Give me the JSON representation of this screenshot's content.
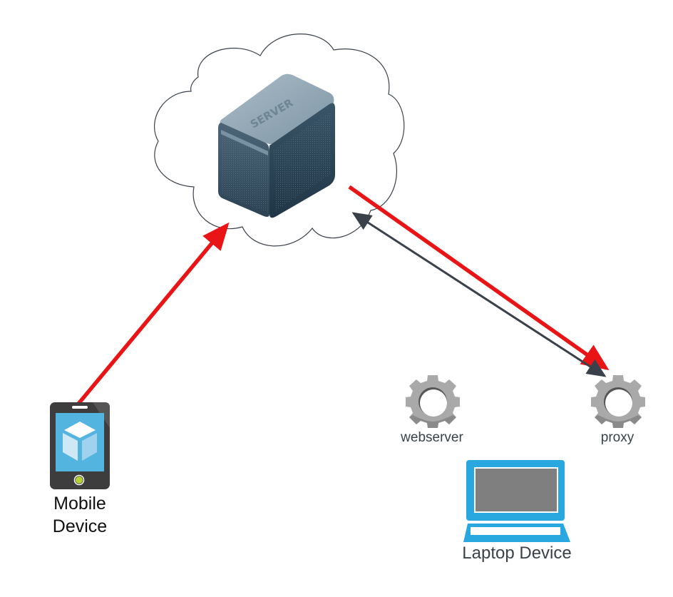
{
  "diagram": {
    "nodes": {
      "cloud": {
        "label": "",
        "icon": "cloud-icon"
      },
      "server": {
        "label": "SERVER",
        "icon": "server-icon"
      },
      "mobile": {
        "label_line1": "Mobile",
        "label_line2": "Device",
        "icon": "mobile-phone-icon"
      },
      "webserver": {
        "label": "webserver",
        "icon": "gear-icon"
      },
      "proxy": {
        "label": "proxy",
        "icon": "gear-icon"
      },
      "laptop": {
        "label": "Laptop Device",
        "icon": "laptop-icon"
      }
    },
    "edges": [
      {
        "from": "mobile",
        "to": "server",
        "color": "#e81416",
        "style": "thick-arrow"
      },
      {
        "from": "server",
        "to": "proxy",
        "color": "#e81416",
        "style": "thick-arrow"
      },
      {
        "from": "proxy",
        "to": "server",
        "color": "#3a414a",
        "style": "double-arrow"
      }
    ],
    "colors": {
      "red_edge": "#e81416",
      "dark_edge": "#3a414a",
      "gear": "#a9a9a9",
      "laptop": "#29a8e0",
      "phone_screen": "#54b4e0",
      "server_body": "#2f4a5c"
    }
  }
}
